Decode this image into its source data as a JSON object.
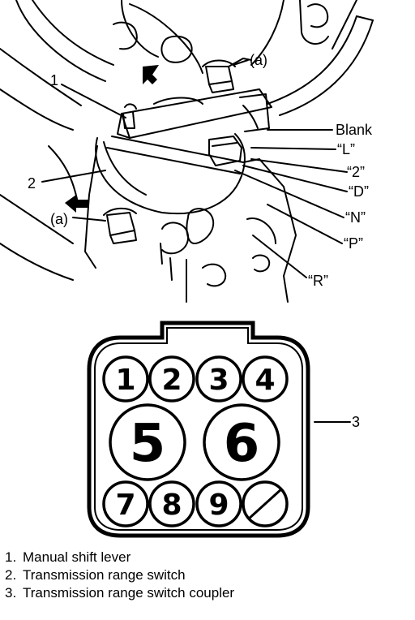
{
  "diagram": {
    "labels": {
      "one": "1",
      "two": "2",
      "three": "3",
      "a_top": "(a)",
      "a_left": "(a)",
      "blank": "Blank",
      "L": "“L”",
      "two_pos": "“2”",
      "D": "“D”",
      "N": "“N”",
      "P": "“P”",
      "R": "“R”"
    },
    "pins": [
      "1",
      "2",
      "3",
      "4",
      "5",
      "6",
      "7",
      "8",
      "9"
    ]
  },
  "legend": {
    "items": [
      {
        "num": "1.",
        "text": "Manual shift lever"
      },
      {
        "num": "2.",
        "text": "Transmission range switch"
      },
      {
        "num": "3.",
        "text": "Transmission range switch coupler"
      }
    ]
  }
}
